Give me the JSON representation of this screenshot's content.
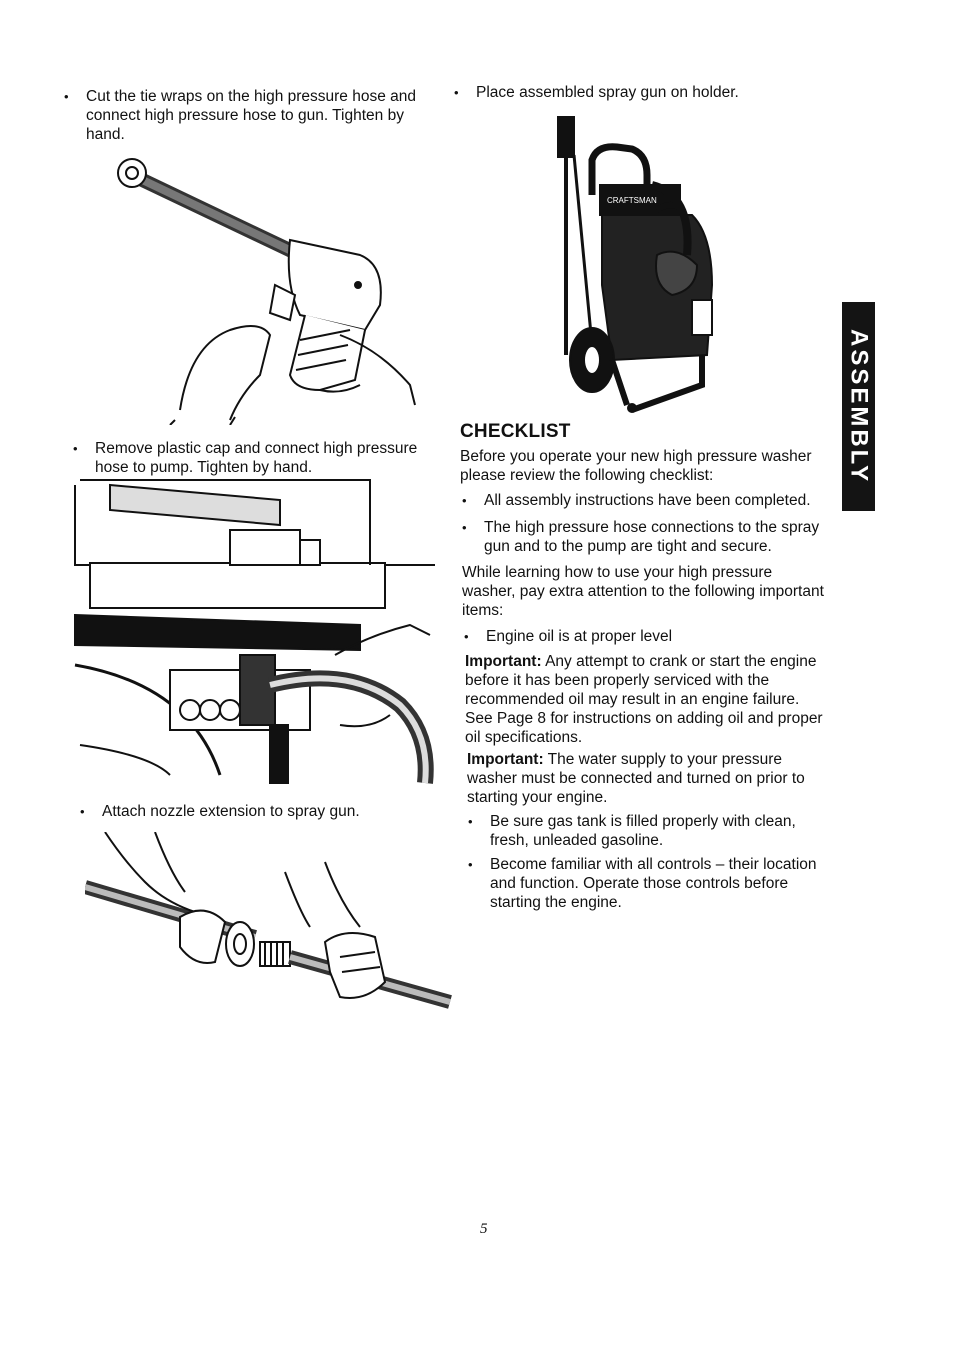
{
  "left_column": {
    "step1": "Cut the tie wraps on the high pressure hose and connect high pressure hose to gun. Tighten by hand.",
    "step2": "Remove plastic cap and connect high pressure hose to pump. Tighten by hand.",
    "step3": "Attach nozzle extension to spray gun."
  },
  "right_column": {
    "step4": "Place assembled spray gun on holder.",
    "illustration_brand": "CRAFTSMAN",
    "checklist": {
      "heading": "CHECKLIST",
      "intro": "Before you operate your new high pressure washer please review the following checklist:",
      "items": [
        "All assembly instructions have been completed.",
        "The high pressure hose connections to the spray gun and to the pump are tight and secure."
      ],
      "while_text": "While learning how to use your high pressure washer, pay extra attention to the following important items:",
      "oil_item": "Engine oil is at proper level",
      "important1_label": "Important:",
      "important1_text": "Any attempt to crank or start the engine before it has been properly serviced with the recommended oil may result in an engine failure. See Page 8 for instructions on adding oil and proper oil specifications.",
      "important2_label": "Important:",
      "important2_text": "The water supply to your pressure washer must be connected and turned on prior to starting your engine.",
      "final_items": [
        "Be sure gas tank is filled properly with clean, fresh, unleaded gasoline.",
        "Become familiar with all controls – their location and function. Operate those controls before starting the engine."
      ]
    }
  },
  "side_tab": {
    "label": "ASSEMBLY",
    "color": "#141414"
  },
  "page_number": "5"
}
